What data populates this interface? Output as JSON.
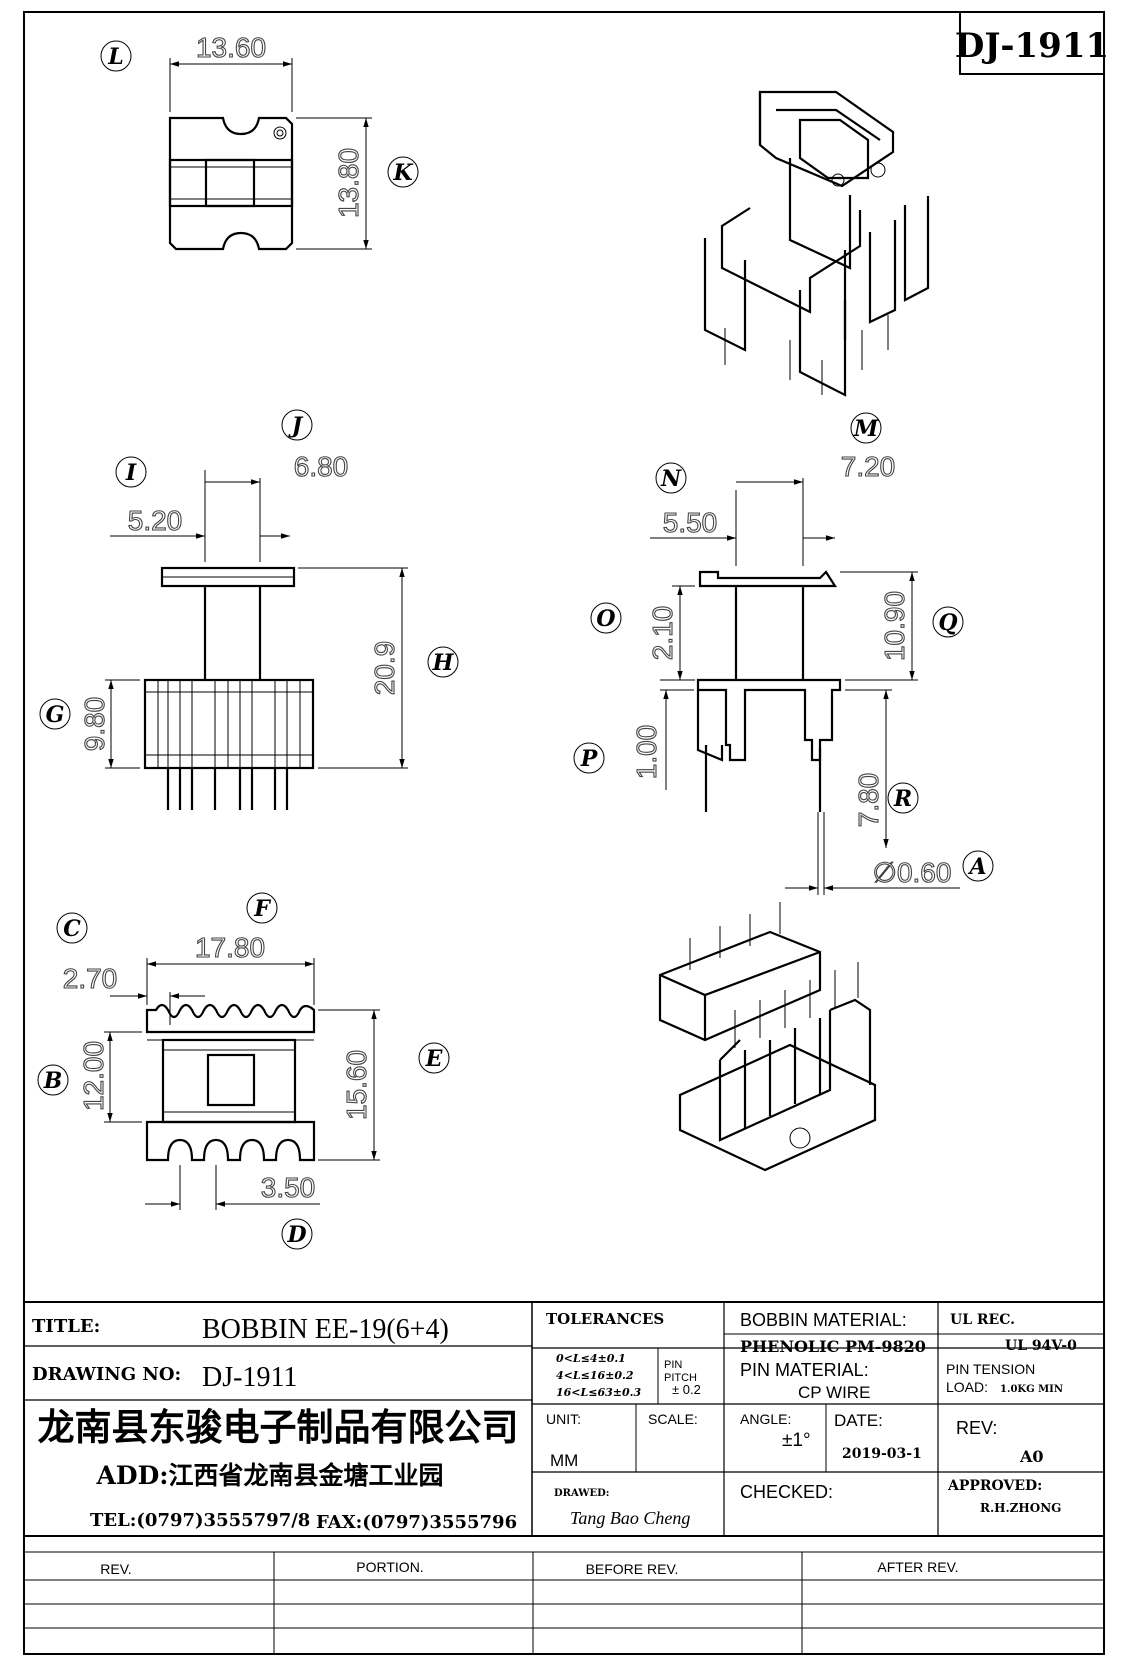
{
  "drawing_code": "DJ-1911",
  "dimensions": {
    "top_width": "13.60",
    "top_height": "13.80",
    "front_total": "6.80",
    "front_left": "5.20",
    "front_height": "20.9",
    "front_base": "9.80",
    "side_total": "7.20",
    "side_left": "5.50",
    "side_flange": "2.10",
    "side_upper": "10.90",
    "side_step": "1.00",
    "side_pin": "7.80",
    "pin_dia": "∅0.60",
    "bottom_width": "17.80",
    "bottom_left": "2.70",
    "bottom_inner": "12.00",
    "bottom_height": "15.60",
    "pin_pitch": "3.50"
  },
  "callouts": {
    "A": "A",
    "B": "B",
    "C": "C",
    "D": "D",
    "E": "E",
    "F": "F",
    "G": "G",
    "H": "H",
    "I": "I",
    "J": "J",
    "K": "K",
    "L": "L",
    "M": "M",
    "N": "N",
    "O": "O",
    "P": "P",
    "Q": "Q",
    "R": "R"
  },
  "title_block": {
    "title_label": "TITLE:",
    "title_value": "BOBBIN EE-19(6+4)",
    "drawing_no_label": "DRAWING NO:",
    "drawing_no_value": "DJ-1911",
    "company": "龙南县东骏电子制品有限公司",
    "address": "ADD:江西省龙南县金塘工业园",
    "tel": "TEL:(0797)3555797/8",
    "fax": "FAX:(0797)3555796",
    "tolerances_label": "TOLERANCES",
    "tol_1": "0<L≤4±0.1",
    "tol_2": "4<L≤16±0.2",
    "tol_3": "16<L≤63±0.3",
    "pin_pitch_label_1": "PIN",
    "pin_pitch_label_2": "PITCH",
    "pin_pitch_value": "± 0.2",
    "bobbin_material_label": "BOBBIN MATERIAL:",
    "bobbin_material_value": "PHENOLIC  PM-9820",
    "pin_material_label": "PIN MATERIAL:",
    "pin_material_value": "CP WIRE",
    "ul_rec_label": "UL REC.",
    "ul_rec_value": "UL  94V-0",
    "pin_tension_label": "PIN TENSION",
    "pin_tension_load": "LOAD:",
    "pin_tension_value": "1.0KG MIN",
    "unit_label": "UNIT:",
    "unit_value": "MM",
    "scale_label": "SCALE:",
    "angle_label": "ANGLE:",
    "angle_value": "±1°",
    "date_label": "DATE:",
    "date_value": "2019-03-1",
    "rev_label": "REV:",
    "rev_value": "A0",
    "drawn_label": "DRAWED:",
    "drawn_value": "Tang Bao Cheng",
    "checked_label": "CHECKED:",
    "approved_label": "APPROVED:",
    "approved_value": "R.H.ZHONG"
  },
  "revision_table": {
    "headers": [
      "REV.",
      "PORTION.",
      "BEFORE REV.",
      "AFTER REV."
    ]
  }
}
